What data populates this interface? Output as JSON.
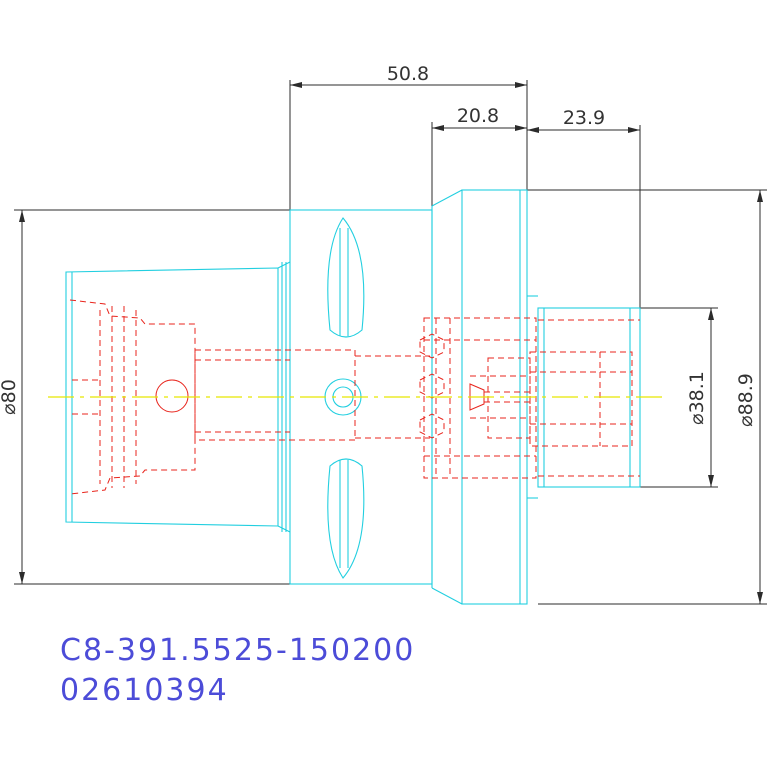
{
  "dimensions": {
    "total_length": "50.8",
    "flange_to_face": "20.8",
    "face_to_end": "23.9",
    "dia_shank": "⌀80",
    "dia_pilot": "⌀38.1",
    "dia_flange": "⌀88.9"
  },
  "part": {
    "number": "C8-391.5525-150200",
    "item_code": "02610394"
  },
  "colors": {
    "outline": "#22cfe0",
    "hidden_lines": "#e8241c",
    "centerline": "#e6e600",
    "dimensions": "#2b2b2b",
    "part_text": "#4c4cd8"
  }
}
